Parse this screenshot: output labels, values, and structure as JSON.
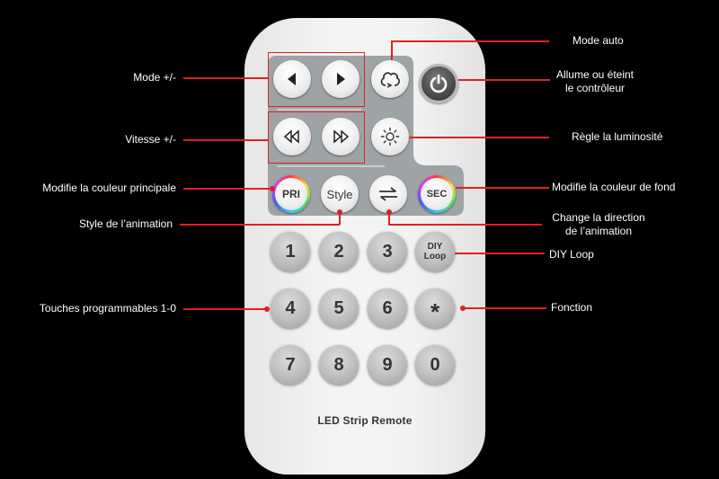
{
  "remote": {
    "brand": "LED Strip Remote",
    "buttons": {
      "pri": "PRI",
      "style": "Style",
      "sec": "SEC",
      "diy_line1": "DIY",
      "diy_line2": "Loop",
      "star": "*"
    },
    "keypad": [
      "1",
      "2",
      "3",
      "4",
      "5",
      "6",
      "7",
      "8",
      "9",
      "0"
    ],
    "icons": {
      "mode_prev": "triangle-left-icon",
      "mode_next": "triangle-right-icon",
      "auto": "cloud-cycle-icon",
      "power": "power-icon",
      "speed_down": "rewind-icon",
      "speed_up": "fast-forward-icon",
      "brightness": "sun-icon",
      "direction": "swap-arrows-icon"
    }
  },
  "annotations": {
    "mode": "Mode +/-",
    "speed": "Vitesse +/-",
    "primary_color": "Modifie la couleur principale",
    "animation_style": "Style de l’animation",
    "programmable": "Touches programmables 1-0",
    "auto": "Mode auto",
    "power_line1": "Allume ou éteint",
    "power_line2": "le contrôleur",
    "brightness": "Règle la luminosité",
    "background_color": "Modifie la couleur de fond",
    "direction_line1": "Change la direction",
    "direction_line2": "de l’animation",
    "diy": "DIY Loop",
    "function": "Fonction"
  },
  "colors": {
    "background": "#000000",
    "remote_body": "#f2f2f2",
    "panel": "#9ea3a5",
    "annotation_line": "#e02020",
    "label_text": "#ffffff"
  }
}
